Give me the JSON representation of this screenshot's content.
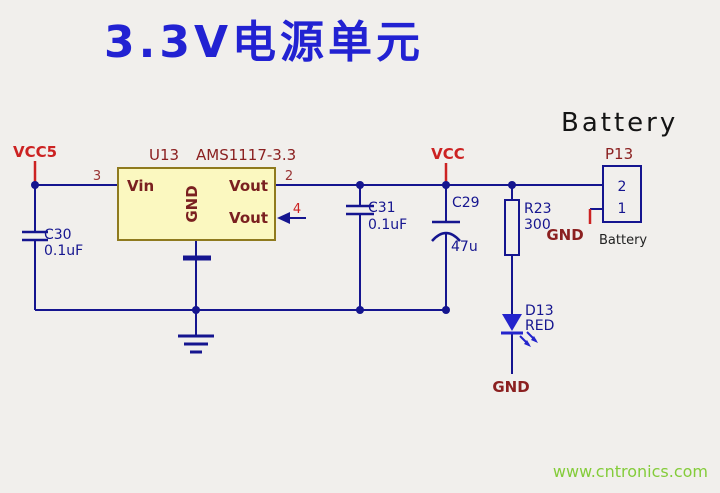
{
  "title": "3.3V电源单元",
  "battery_heading": "Battery",
  "watermark": "www.cntronics.com",
  "colors": {
    "background": "#f1efec",
    "title_blue": "#2222d2",
    "wire_navy": "#15158f",
    "power_red": "#cc2222",
    "label_maroon": "#8b2020",
    "regulator_fill": "#fbf8c0",
    "regulator_border": "#8f7a1e",
    "led_blue": "#2424cc",
    "watermark_green": "#84cc3a"
  },
  "power": {
    "vcc5": "VCC5",
    "vcc": "VCC"
  },
  "regulator": {
    "ref": "U13",
    "part": "AMS1117-3.3",
    "pin_vin_label": "Vin",
    "pin_gnd_label": "GND",
    "pin_vout_top_label": "Vout",
    "pin_vout_bottom_label": "Vout",
    "pin3": "3",
    "pin2": "2",
    "pin4": "4"
  },
  "capacitors": {
    "c30": {
      "ref": "C30",
      "value": "0.1uF"
    },
    "c31": {
      "ref": "C31",
      "value": "0.1uF"
    },
    "c29": {
      "ref": "C29",
      "value": "47u"
    }
  },
  "resistor": {
    "ref": "R23",
    "value": "300"
  },
  "led": {
    "ref": "D13",
    "value": "RED",
    "gnd": "GND"
  },
  "connector": {
    "ref": "P13",
    "pin2": "2",
    "pin1": "1",
    "label": "Battery",
    "gnd": "GND"
  }
}
